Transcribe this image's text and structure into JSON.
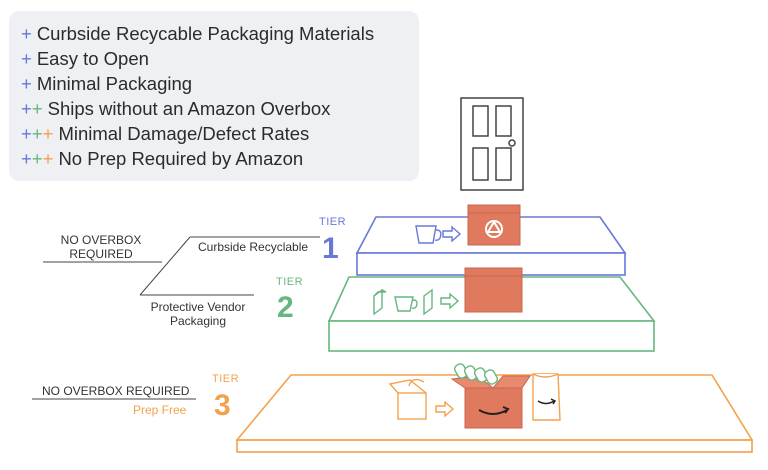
{
  "legend": {
    "items": [
      {
        "plus": "+",
        "plus_colors": [
          "#6878d8"
        ],
        "text": "Curbside Recycable Packaging Materials"
      },
      {
        "plus": "+",
        "plus_colors": [
          "#6878d8"
        ],
        "text": "Easy to Open"
      },
      {
        "plus": "+",
        "plus_colors": [
          "#6878d8"
        ],
        "text": "Minimal Packaging"
      },
      {
        "plus": "++",
        "plus_colors": [
          "#6878d8",
          "#66b77f"
        ],
        "text": "Ships without an Amazon Overbox"
      },
      {
        "plus": "+++",
        "plus_colors": [
          "#6878d8",
          "#66b77f",
          "#f2a24e"
        ],
        "text": "Minimal Damage/Defect Rates"
      },
      {
        "plus": "+++",
        "plus_colors": [
          "#6878d8",
          "#66b77f",
          "#f2a24e"
        ],
        "text": "No Prep Required by Amazon"
      }
    ]
  },
  "labels": {
    "no_overbox_required": "NO OVERBOX REQUIRED",
    "no_overbox_required_line1": "NO OVERBOX",
    "no_overbox_required_line2": "REQUIRED",
    "curbside_recyclable": "Curbside Recyclable",
    "protective_vendor_line1": "Protective Vendor",
    "protective_vendor_line2": "Packaging",
    "prep_free": "Prep Free"
  },
  "tiers": [
    {
      "word": "TIER",
      "number": "1",
      "color": "#6878d8"
    },
    {
      "word": "TIER",
      "number": "2",
      "color": "#66b77f"
    },
    {
      "word": "TIER",
      "number": "3",
      "color": "#f2a24e"
    }
  ],
  "colors": {
    "box": "#e07a5f",
    "box_dark": "#c9654c",
    "tier1": "#6878d8",
    "tier2": "#66b77f",
    "tier3": "#f2a24e",
    "door": "#444444"
  },
  "icons": [
    "door-icon",
    "recycle-icon",
    "cup-icon",
    "arrow-icon",
    "amazon-smile-icon",
    "vendor-box-icon",
    "bubble-wrap-icon"
  ]
}
